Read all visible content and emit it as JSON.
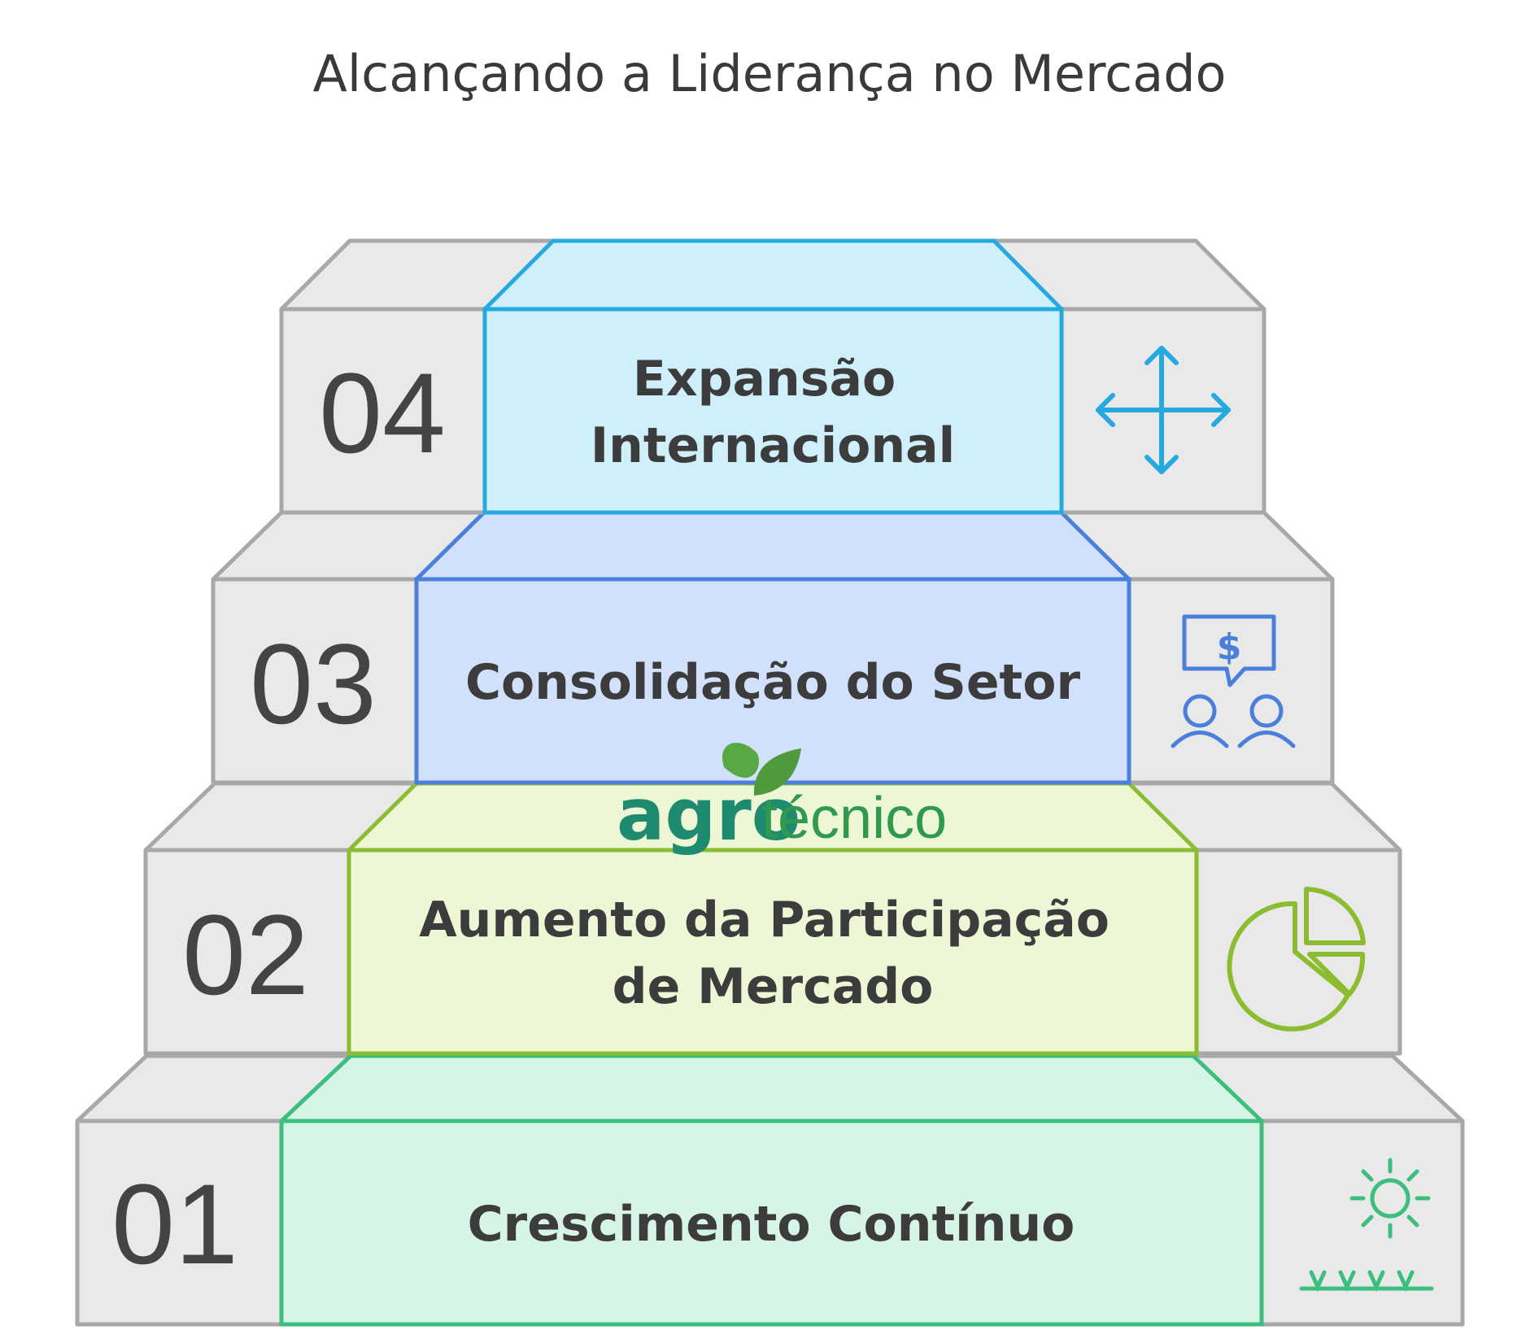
{
  "title": "Alcançando a Liderança no Mercado",
  "steps": [
    {
      "number": "01",
      "label_lines": [
        "Crescimento Contínuo"
      ],
      "icon": "sun-grass-icon",
      "color": "#3cbf7e",
      "fill": "#d6f5e6"
    },
    {
      "number": "02",
      "label_lines": [
        "Aumento da Participação",
        "de Mercado"
      ],
      "icon": "pie-chart-icon",
      "color": "#8cbc2f",
      "fill": "#edf7d6"
    },
    {
      "number": "03",
      "label_lines": [
        "Consolidação do Setor"
      ],
      "icon": "people-dollar-icon",
      "color": "#4a7fdc",
      "fill": "#d1e0fb"
    },
    {
      "number": "04",
      "label_lines": [
        "Expansão",
        "Internacional"
      ],
      "icon": "move-arrows-icon",
      "color": "#26a9e0",
      "fill": "#cff0fb"
    }
  ],
  "watermark": {
    "part1": "agro",
    "part2": "técnico"
  },
  "colors": {
    "gray_fill": "#e9e9e9",
    "gray_stroke": "#a8a8a8"
  }
}
